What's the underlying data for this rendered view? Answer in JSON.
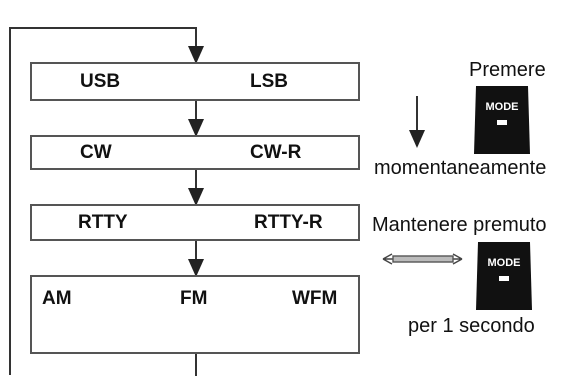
{
  "rows": [
    {
      "left": "USB",
      "right": "LSB"
    },
    {
      "left": "CW",
      "right": "CW-R"
    },
    {
      "left": "RTTY",
      "right": "RTTY-R"
    }
  ],
  "am_row": {
    "a": "AM",
    "b": "FM",
    "c": "WFM"
  },
  "legend": {
    "press_label": "Premere",
    "press_sub": "momentaneamente",
    "hold_label": "Mantenere premuto",
    "hold_sub": "per 1 secondo",
    "key_text": "MODE"
  }
}
